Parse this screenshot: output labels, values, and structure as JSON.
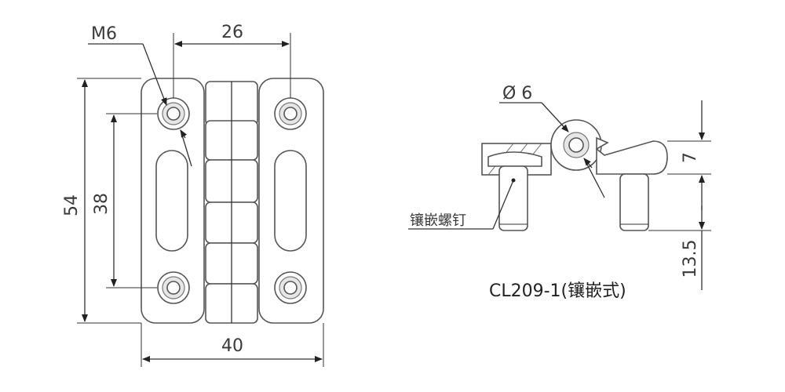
{
  "front_view": {
    "dim_width": "40",
    "dim_hole_spacing_x": "26",
    "dim_height": "54",
    "dim_hole_spacing_y": "38",
    "thread_label": "M6"
  },
  "side_view": {
    "pin_diameter": "Ø 6",
    "dim_thickness": "7",
    "dim_stud_length": "13.5",
    "callout_insert_screw": "镶嵌螺钉"
  },
  "model_label": "CL209-1(镶嵌式)"
}
